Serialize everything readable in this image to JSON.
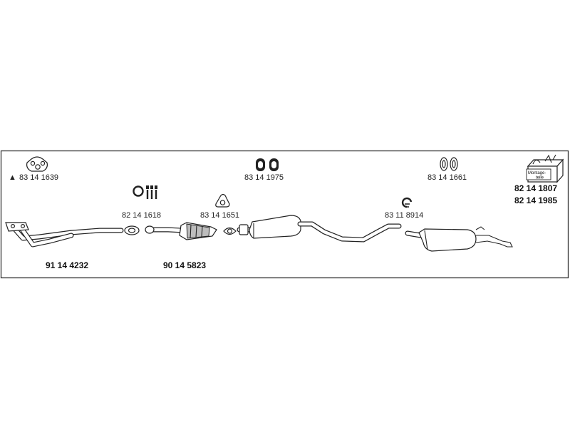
{
  "part_numbers": {
    "gasket_front": "83 14 1639",
    "mount_rings_middle": "83 14 1975",
    "mount_rings_right": "83 14 1661",
    "mounting_kit_a": "82 14 1807",
    "mounting_kit_b": "82 14 1985",
    "bolt_set": "82 14 1618",
    "gasket_triangle": "83 14 1651",
    "clamp": "83 11 8914",
    "front_pipe": "91 14 4232",
    "catalytic_converter": "90 14 5823"
  },
  "marker_symbol": "▲",
  "kit_box_label_line1": "Montage-",
  "kit_box_label_line2": "teile"
}
